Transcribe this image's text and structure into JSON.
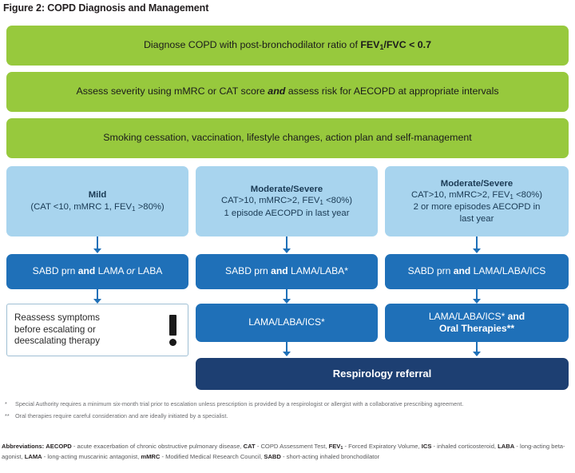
{
  "figure": {
    "title": "Figure 2: COPD Diagnosis and Management"
  },
  "colors": {
    "green": "#97c93d",
    "light_blue": "#a8d4ee",
    "mid_blue": "#1f70b8",
    "navy": "#1d3f72",
    "connector": "#1f70b8",
    "white_box_border": "#9fbfd4"
  },
  "steps": {
    "diagnose": {
      "text_plain": "Diagnose COPD with post-bronchodilator ratio of FEV1/FVC < 0.7",
      "prefix": "Diagnose COPD with post-bronchodilator ratio of ",
      "bold_fev": "FEV",
      "bold_sub": "1",
      "bold_rest": "/FVC < 0.7"
    },
    "assess": {
      "text_plain": "Assess severity using mMRC or CAT score and assess risk for AECOPD at appropriate intervals",
      "part1": "Assess severity using mMRC or CAT score ",
      "emphasis": "and",
      "part2": " assess risk for AECOPD at appropriate intervals"
    },
    "lifestyle": {
      "text_plain": "Smoking cessation, vaccination, lifestyle changes, action plan and self-management"
    }
  },
  "severity_columns": [
    {
      "id": "mild",
      "heading": "Mild",
      "lines": [
        "(CAT <10, mMRC 1, FEV",
        "1",
        " >80%)"
      ],
      "criteria_prefix": "(CAT <10, mMRC 1, FEV",
      "criteria_sub": "1",
      "criteria_suffix": " >80%)",
      "criteria_line2": "",
      "criteria_line3": ""
    },
    {
      "id": "moderate-severe-1",
      "heading": "Moderate/Severe",
      "criteria_prefix": "CAT>10, mMRC>2, FEV",
      "criteria_sub": "1",
      "criteria_suffix": " <80%)",
      "criteria_line2": "1 episode AECOPD in last year",
      "criteria_line3": ""
    },
    {
      "id": "moderate-severe-2",
      "heading": "Moderate/Severe",
      "criteria_prefix": "CAT>10, mMRC>2, FEV",
      "criteria_sub": "1",
      "criteria_suffix": " <80%)",
      "criteria_line2": "2 or more episodes AECOPD in",
      "criteria_line3": "last year"
    }
  ],
  "treatments": {
    "mild_first": {
      "part1": "SABD prn ",
      "bold": "and",
      "part2": " LAMA ",
      "italic": "or",
      "part3": " LABA",
      "text_plain": "SABD prn and LAMA or LABA"
    },
    "mod1_first": {
      "part1": "SABD prn ",
      "bold": "and",
      "part2": " LAMA/LABA*",
      "text_plain": "SABD prn and LAMA/LABA*"
    },
    "mod2_first": {
      "part1": "SABD prn ",
      "bold": "and",
      "part2": " LAMA/LABA/ICS",
      "text_plain": "SABD prn and LAMA/LABA/ICS"
    },
    "mod1_second": {
      "text_plain": "LAMA/LABA/ICS*"
    },
    "mod2_second": {
      "line1_part1": "LAMA/LABA/ICS* ",
      "line1_bold": "and",
      "line2": "Oral Therapies**",
      "text_plain": "LAMA/LABA/ICS* and Oral Therapies**"
    },
    "reassess": {
      "line1": "Reassess symptoms",
      "line2": "before escalating or",
      "line3": "deescalating therapy",
      "icon": "exclamation-icon"
    },
    "referral": {
      "text_plain": "Respirology referral"
    }
  },
  "footnotes": [
    {
      "mark": "*",
      "text": "Special Authority requires a minimum six-month trial prior to escalation unless prescription is provided by a respirologist or allergist with a collaborative prescribing agreement."
    },
    {
      "mark": "**",
      "text": "Oral therapies require careful consideration and are ideally initiated by a specialist."
    }
  ],
  "abbreviations": {
    "label": "Abbreviations:",
    "entries": [
      {
        "term": "AECOPD",
        "definition": " - acute exacerbation of chronic obstructive pulmonary disease, "
      },
      {
        "term": "CAT",
        "definition": " - COPD Assessment Test, "
      },
      {
        "term": "FEV",
        "sub": "1",
        "definition": " - Forced Expiratory Volume, "
      },
      {
        "term": "ICS",
        "definition": " - inhaled corticosteroid, "
      },
      {
        "term": "LABA",
        "definition": " - long-acting beta-agonist, "
      },
      {
        "term": "LAMA",
        "definition": " - long-acting muscarinic antagonist, "
      },
      {
        "term": "mMRC",
        "definition": " - Modified Medical Research Council, "
      },
      {
        "term": "SABD",
        "definition": " - short-acting inhaled bronchodilator"
      }
    ]
  }
}
